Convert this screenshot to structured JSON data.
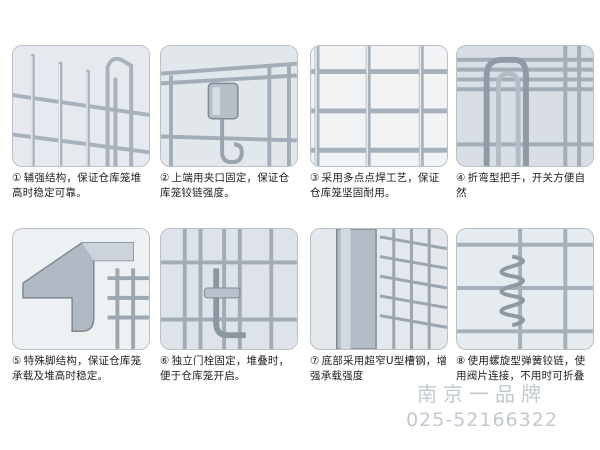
{
  "items": [
    {
      "num": "①",
      "text": "辅强结构，保证仓库笼堆高时稳定可靠。",
      "icon": "wire-mesh-corner-photo"
    },
    {
      "num": "②",
      "text": "上端用夹口固定，保证仓库笼铰链强度。",
      "icon": "top-clamp-photo"
    },
    {
      "num": "③",
      "text": "采用多点点焊工艺，保证仓库笼坚固耐用。",
      "icon": "spot-weld-mesh-photo"
    },
    {
      "num": "④",
      "text": "折弯型把手，开关方便自然",
      "icon": "bent-handle-photo"
    },
    {
      "num": "⑤",
      "text": "特殊脚结构，保证仓库笼承载及堆高时稳定。",
      "icon": "special-foot-photo"
    },
    {
      "num": "⑥",
      "text": "独立门栓固定，堆叠时，便于仓库笼开启。",
      "icon": "door-latch-photo"
    },
    {
      "num": "⑦",
      "text": "底部采用超窄U型槽钢，增强承载强度",
      "icon": "u-channel-base-photo"
    },
    {
      "num": "⑧",
      "text": "使用螺旋型弹簧铰链，使用阀片连接，不用时可折叠",
      "icon": "spiral-hinge-photo"
    }
  ],
  "watermark": {
    "name": "南京一品牌",
    "phone": "025-52166322"
  },
  "colors": {
    "steel": "#c4ccd4",
    "steel_dark": "#6f7a86",
    "bg_photo": "#dfe4e9"
  }
}
